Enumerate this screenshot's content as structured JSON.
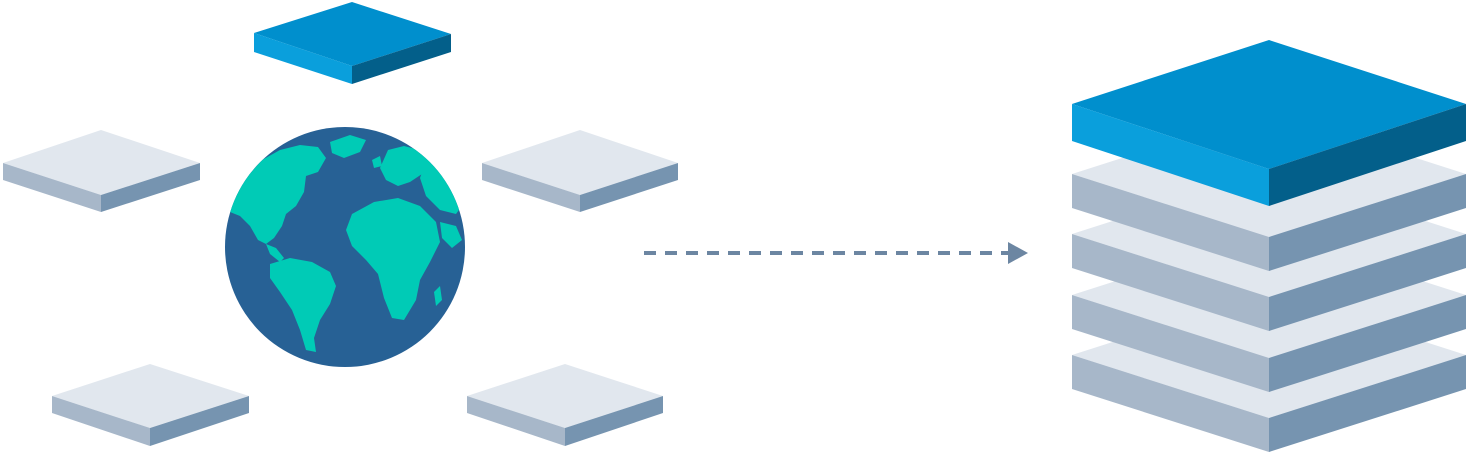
{
  "diagram": {
    "scattered_tiles": [
      {
        "name": "tile-top",
        "highlighted": true
      },
      {
        "name": "tile-left",
        "highlighted": false
      },
      {
        "name": "tile-right",
        "highlighted": false
      },
      {
        "name": "tile-bottom-left",
        "highlighted": false
      },
      {
        "name": "tile-bottom-right",
        "highlighted": false
      }
    ],
    "center_icon": "globe-icon",
    "connector": "dashed-arrow",
    "stack": {
      "layer_count": 5,
      "highlighted_layer": "top"
    }
  },
  "colors": {
    "background": "#ffffff",
    "accent_top": "#008fcd",
    "accent_left": "#0a9fdc",
    "accent_right": "#035f8a",
    "gray_top": "#e1e7ee",
    "gray_left": "#a7b7c9",
    "gray_right": "#7694b0",
    "ocean": "#276195",
    "land": "#00cbb6",
    "arrow": "#6c86a2"
  }
}
